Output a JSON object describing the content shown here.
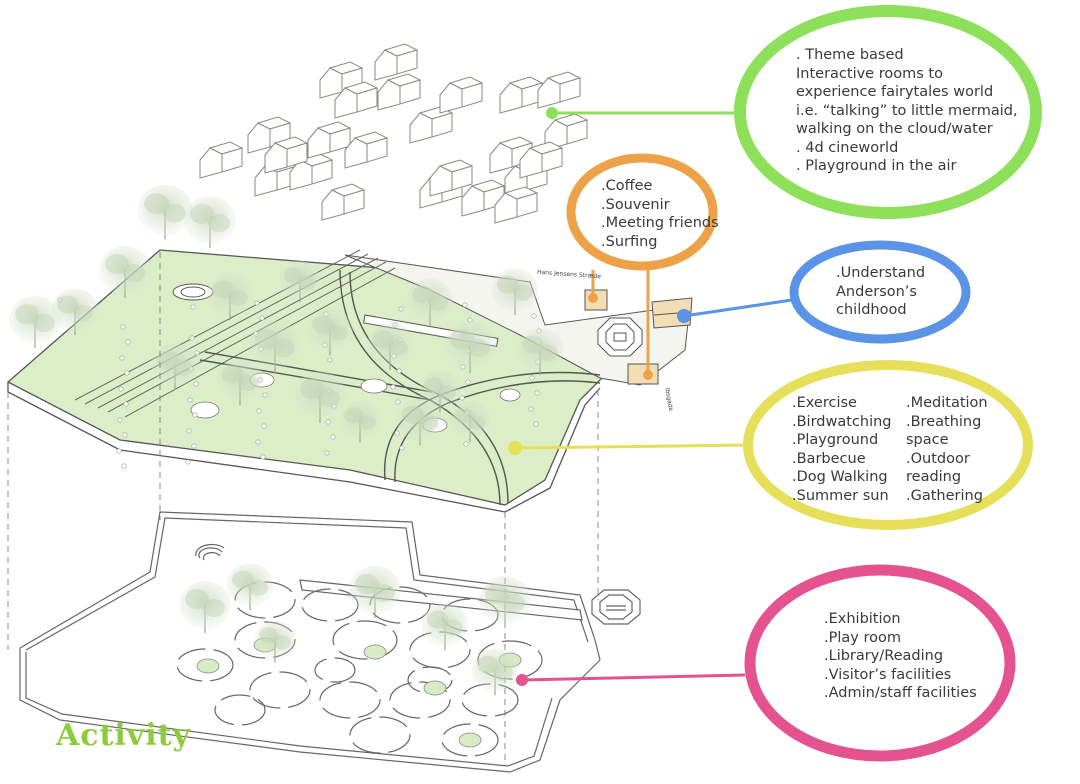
{
  "title": "Activity",
  "colors": {
    "green": "#8ee05a",
    "orange": "#eda24a",
    "blue": "#5b93e6",
    "yellow": "#e6df5a",
    "pink": "#e4538f",
    "lawn": "#dbeec8",
    "outline": "#555555",
    "tree": "#b9ccab",
    "title": "#8ccc3a"
  },
  "street_labels": {
    "top": "Hans Jensens Stræde",
    "side": "Ibsgade"
  },
  "bubbles": {
    "green": {
      "lines": [
        ". Theme based",
        "Interactive rooms to",
        "experience fairytales world",
        "i.e. “talking” to little mermaid,",
        "walking on the cloud/water",
        ". 4d cineworld",
        ". Playground in the air"
      ]
    },
    "orange": {
      "lines": [
        ".Coffee",
        ".Souvenir",
        ".Meeting friends",
        ".Surfing"
      ]
    },
    "blue": {
      "lines": [
        ".Understand",
        "Anderson’s",
        "childhood"
      ]
    },
    "yellow": {
      "left_lines": [
        ".Exercise",
        ".Birdwatching",
        ".Playground",
        ".Barbecue",
        ".Dog Walking",
        ".Summer sun"
      ],
      "right_lines": [
        ".Meditation",
        ".Breathing",
        "space",
        ".Outdoor",
        "reading",
        ".Gathering"
      ]
    },
    "pink": {
      "lines": [
        ".Exhibition",
        ".Play room",
        ".Library/Reading",
        ".Visitor’s facilities",
        ".Admin/staff facilities"
      ]
    }
  }
}
